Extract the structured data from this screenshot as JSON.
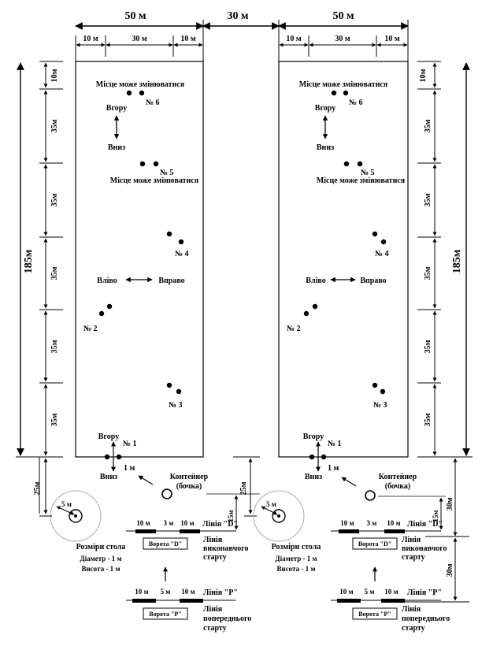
{
  "units": {
    "width_total": "50 м",
    "gap": "30 м",
    "w10": "10 м",
    "w30": "30 м",
    "height_total": "185м",
    "v10": "10м",
    "v35": "35м",
    "v25": "25м",
    "v15": "15м",
    "v30": "30м",
    "m1": "1 м",
    "m5": "5 м"
  },
  "labels": {
    "place_may_change": "Місце може змінюватися",
    "up": "Вгору",
    "down": "Вниз",
    "left": "Вліво",
    "right": "Вправо",
    "n1": "№ 1",
    "n2": "№ 2",
    "n3": "№ 3",
    "n4": "№ 4",
    "n5": "№ 5",
    "n6": "№ 6",
    "container_line1": "Контейнер",
    "container_line2": "(бочка)",
    "table_title": "Розміри стола",
    "table_diam": "Діаметр - 1 м",
    "table_height": "Висота - 1 м",
    "line_d": "Лінія \"D\"",
    "line_p": "Лінія \"Р\"",
    "gate_d": "Ворота \"D\"",
    "gate_p": "Ворота \"Р\"",
    "exec_start_1": "Лінія",
    "exec_start_2": "виконавчого",
    "exec_start_3": "старту",
    "pre_start_1": "Лінія",
    "pre_start_2": "попереднього",
    "pre_start_3": "старту",
    "seg10": "10 м",
    "seg3": "3 м",
    "seg5": "5 м"
  }
}
